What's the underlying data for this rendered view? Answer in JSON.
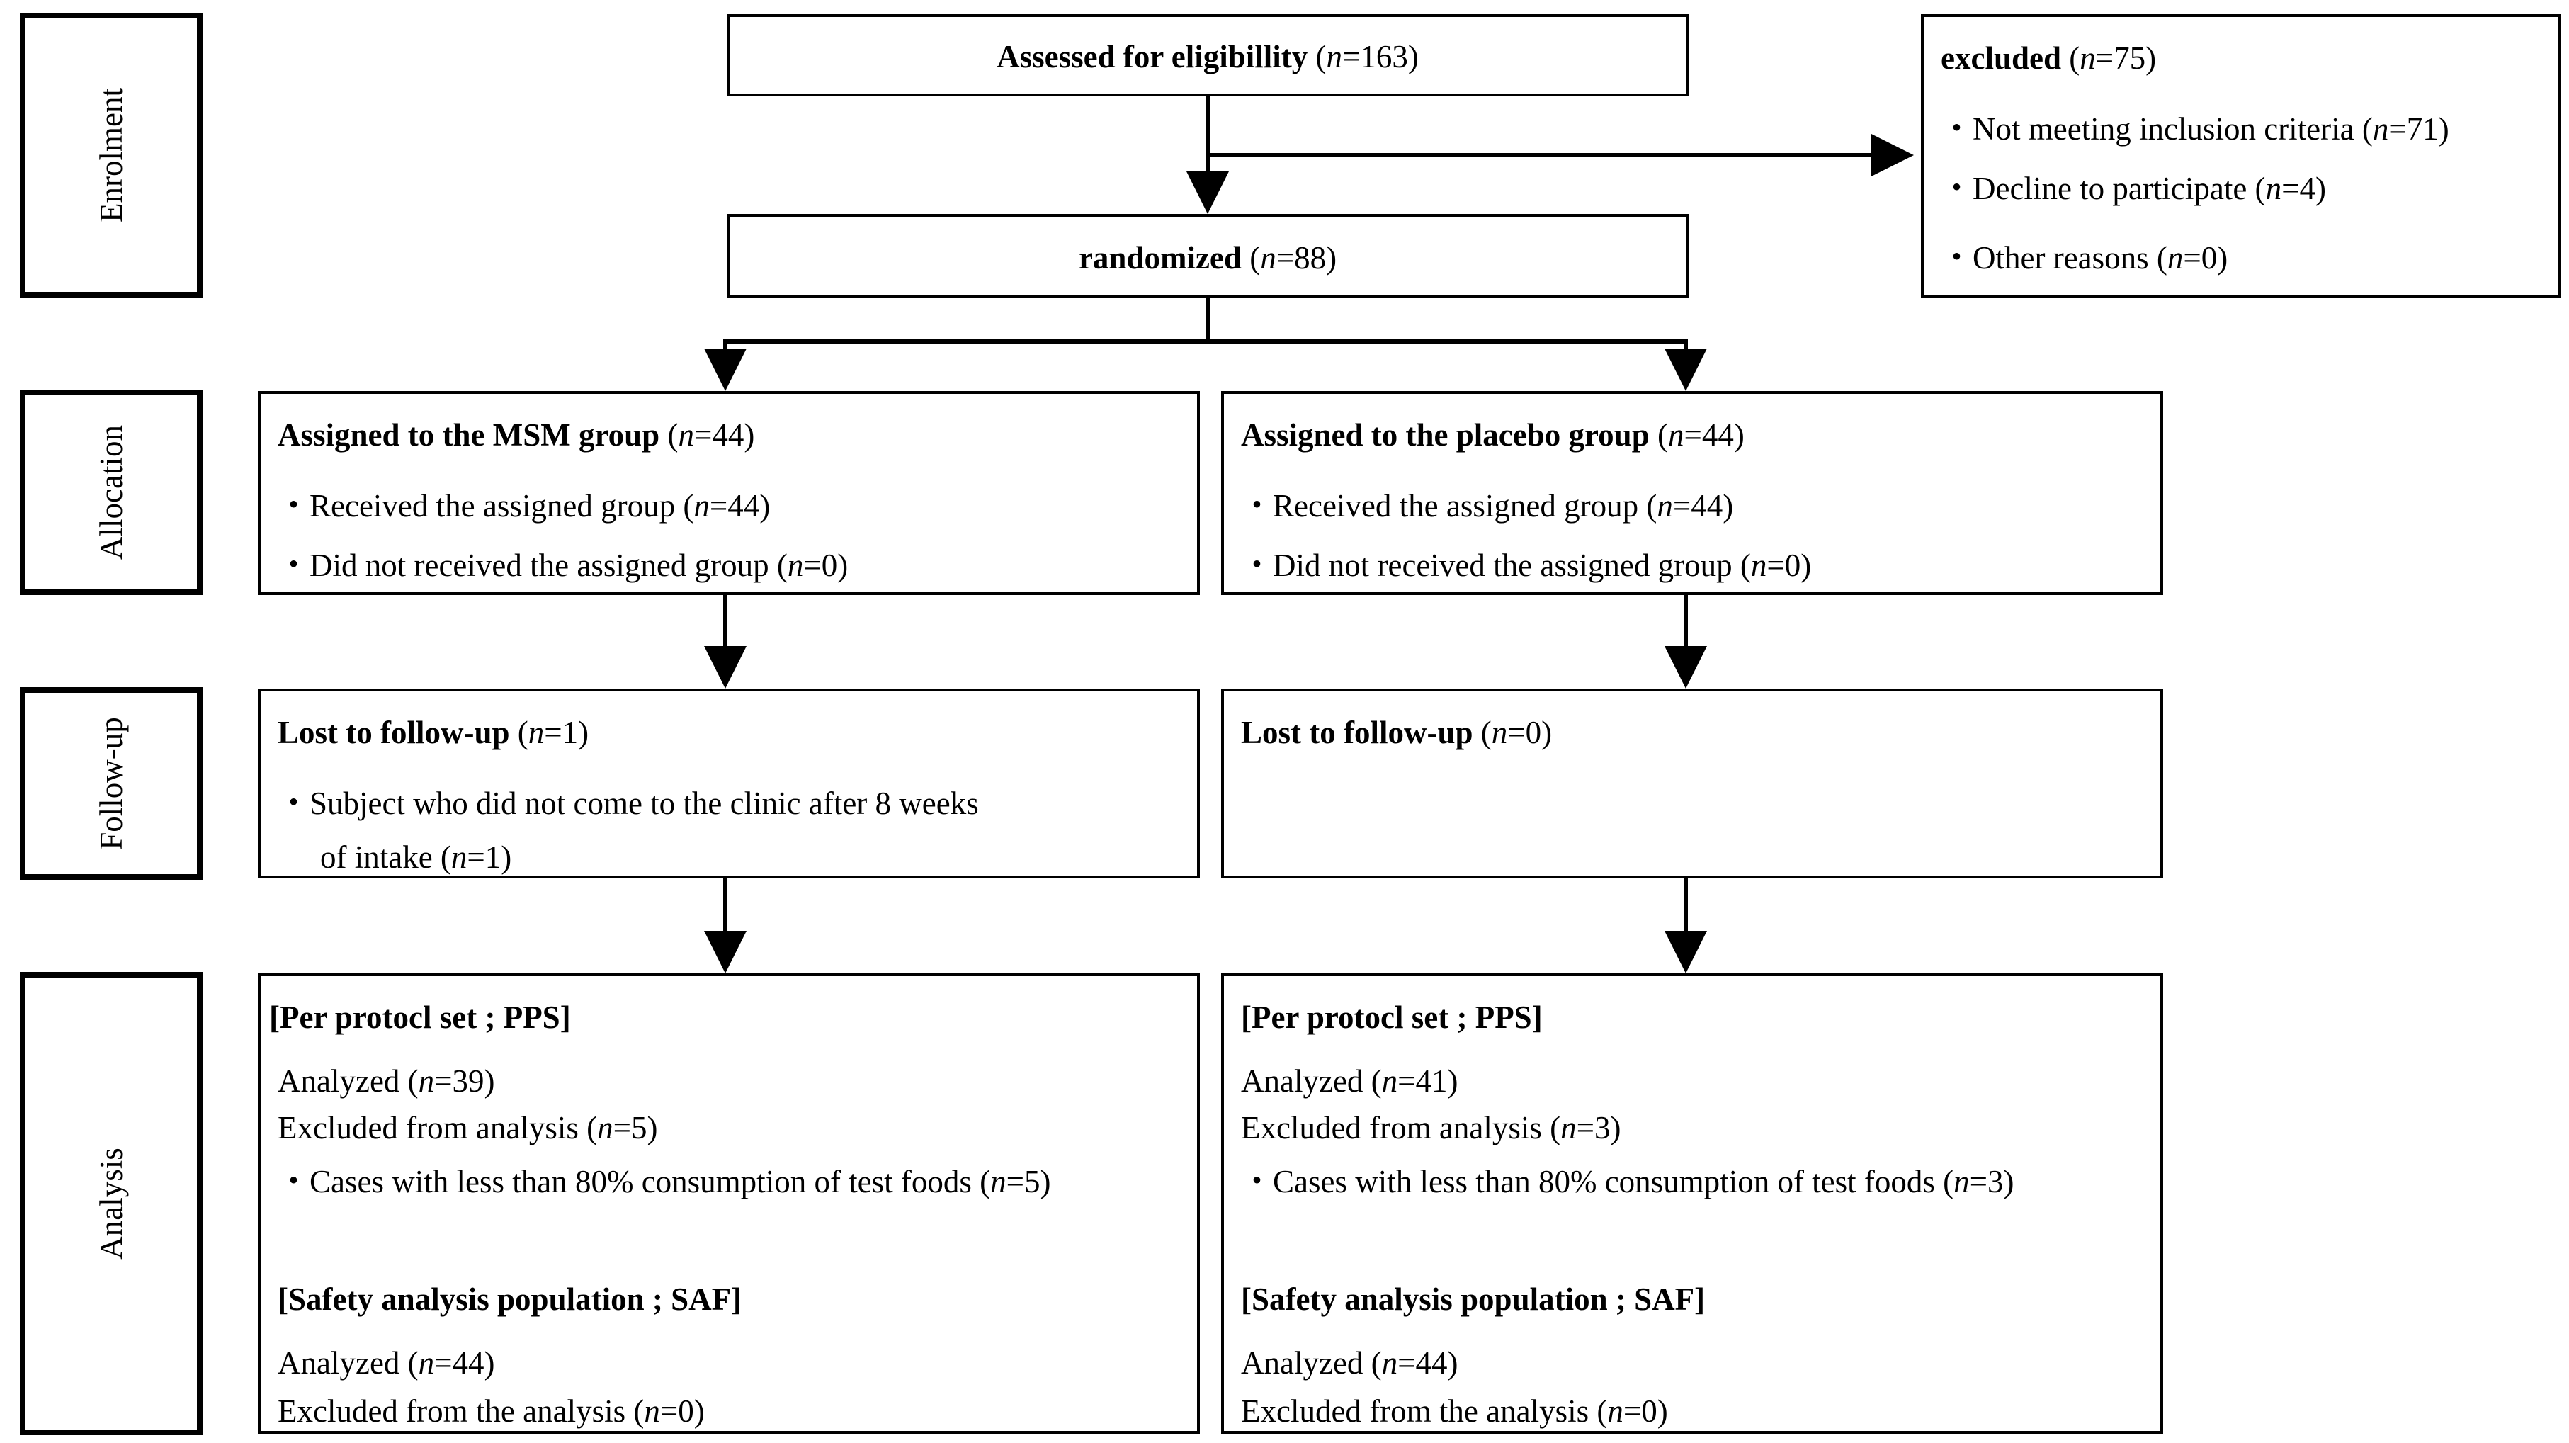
{
  "stages": {
    "enrolment": "Enrolment",
    "allocation": "Allocation",
    "followup": "Follow-up",
    "analysis": "Analysis"
  },
  "assessed": {
    "label": "Assessed for eligibillity",
    "n_prefix": "(",
    "n_var": "n",
    "n_value": "=163)"
  },
  "randomized": {
    "label": "randomized",
    "n_prefix": "(",
    "n_var": "n",
    "n_value": "=88)"
  },
  "excluded": {
    "label": "excluded",
    "n_prefix": "(",
    "n_var": "n",
    "n_value": "=75)",
    "items": [
      {
        "text": "・Not meeting inclusion criteria (",
        "n_var": "n",
        "n_value": "=71)"
      },
      {
        "text": "・Decline to participate (",
        "n_var": "n",
        "n_value": "=4)"
      },
      {
        "text": "・Other reasons (",
        "n_var": "n",
        "n_value": "=0)"
      }
    ]
  },
  "msm": {
    "allocation": {
      "title": "Assigned to the MSM group",
      "n_prefix": "(",
      "n_var": "n",
      "n_value": "=44)",
      "items": [
        {
          "text": "・Received the assigned group (",
          "n_var": "n",
          "n_value": "=44)"
        },
        {
          "text": "・Did not received the assigned group (",
          "n_var": "n",
          "n_value": "=0)"
        }
      ]
    },
    "followup": {
      "title": "Lost to follow-up",
      "n_prefix": "(",
      "n_var": "n",
      "n_value": "=1)",
      "item_line1": "・Subject  who did not come to the clinic after 8 weeks",
      "item_line2": "of intake (",
      "item_n_var": "n",
      "item_n_value": "=1)"
    },
    "analysis": {
      "pps_title": "[Per protocl set ; PPS]",
      "analyzed": {
        "text": "Analyzed (",
        "n_var": "n",
        "n_value": "=39)"
      },
      "excluded": {
        "text": "Excluded from analysis (",
        "n_var": "n",
        "n_value": "=5)"
      },
      "case": {
        "text": "・Cases with less than 80% consumption of test foods (",
        "n_var": "n",
        "n_value": "=5)"
      },
      "saf_title": "[Safety analysis population ; SAF]",
      "saf_analyzed": {
        "text": "Analyzed (",
        "n_var": "n",
        "n_value": "=44)"
      },
      "saf_excluded": {
        "text": "Excluded from the analysis (",
        "n_var": "n",
        "n_value": "=0)"
      }
    }
  },
  "placebo": {
    "allocation": {
      "title": "Assigned to the placebo group",
      "n_prefix": "(",
      "n_var": "n",
      "n_value": "=44)",
      "items": [
        {
          "text": "・Received the assigned group (",
          "n_var": "n",
          "n_value": "=44)"
        },
        {
          "text": "・Did not received the assigned group (",
          "n_var": "n",
          "n_value": "=0)"
        }
      ]
    },
    "followup": {
      "title": "Lost to follow-up",
      "n_prefix": "(",
      "n_var": "n",
      "n_value": "=0)"
    },
    "analysis": {
      "pps_title": "[Per protocl set ; PPS]",
      "analyzed": {
        "text": "Analyzed (",
        "n_var": "n",
        "n_value": "=41)"
      },
      "excluded": {
        "text": "Excluded from analysis (",
        "n_var": "n",
        "n_value": "=3)"
      },
      "case": {
        "text": "・Cases with less than 80% consumption of test foods (",
        "n_var": "n",
        "n_value": "=3)"
      },
      "saf_title": "[Safety analysis population ; SAF]",
      "saf_analyzed": {
        "text": "Analyzed (",
        "n_var": "n",
        "n_value": "=44)"
      },
      "saf_excluded": {
        "text": "Excluded from the analysis (",
        "n_var": "n",
        "n_value": "=0)"
      }
    }
  }
}
